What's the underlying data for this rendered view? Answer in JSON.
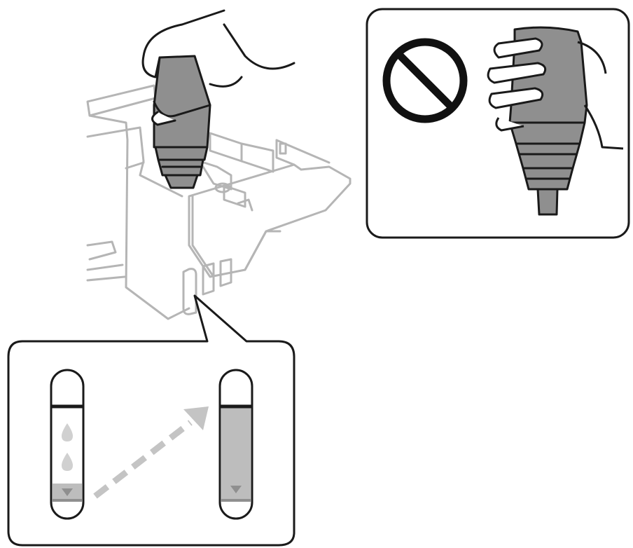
{
  "figure": {
    "panels": [
      "main-illustration",
      "do-not-squeeze-callout",
      "ink-level-callout"
    ]
  },
  "colors": {
    "line": "#1a1a1a",
    "ink_gray": "#8f8f8f",
    "ink_light": "#bdbdbd",
    "printer_line": "#b5b5b5",
    "arrow_gray": "#c4c4c4",
    "prohibit": "#111111",
    "skin": "#ffffff"
  },
  "icons": {
    "prohibit": "prohibition-sign-icon",
    "direction": "dashed-arrow-icon",
    "drops": "ink-drop-icon",
    "level_marker": "down-triangle-icon"
  },
  "ink_levels": {
    "before_fill": 0.12,
    "after_fill": 1.0
  }
}
